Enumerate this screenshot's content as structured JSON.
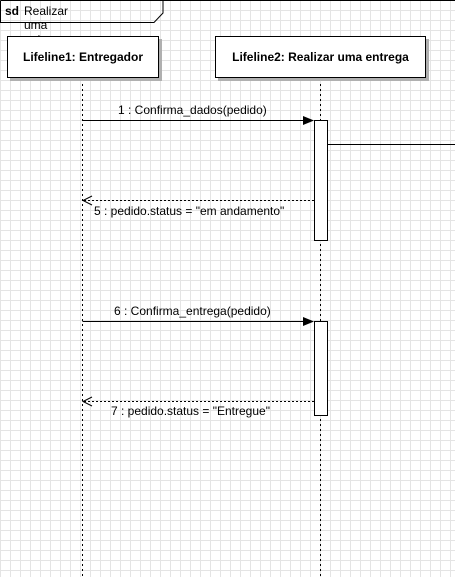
{
  "frame": {
    "keyword": "sd",
    "name": "Realizar uma entrega"
  },
  "lifelines": [
    {
      "label": "Lifeline1: Entregador"
    },
    {
      "label": "Lifeline2: Realizar uma entrega"
    }
  ],
  "messages": [
    {
      "label": "1 : Confirma_dados(pedido)",
      "kind": "synchronous"
    },
    {
      "label": "5 : pedido.status = \"em andamento\"",
      "kind": "reply"
    },
    {
      "label": "6 : Confirma_entrega(pedido)",
      "kind": "synchronous"
    },
    {
      "label": "7 : pedido.status = \"Entregue\"",
      "kind": "reply"
    }
  ],
  "colors": {
    "line": "#000000",
    "grid": "#e4e4e4",
    "shadow": "#b0b0b0",
    "background": "#ffffff"
  }
}
